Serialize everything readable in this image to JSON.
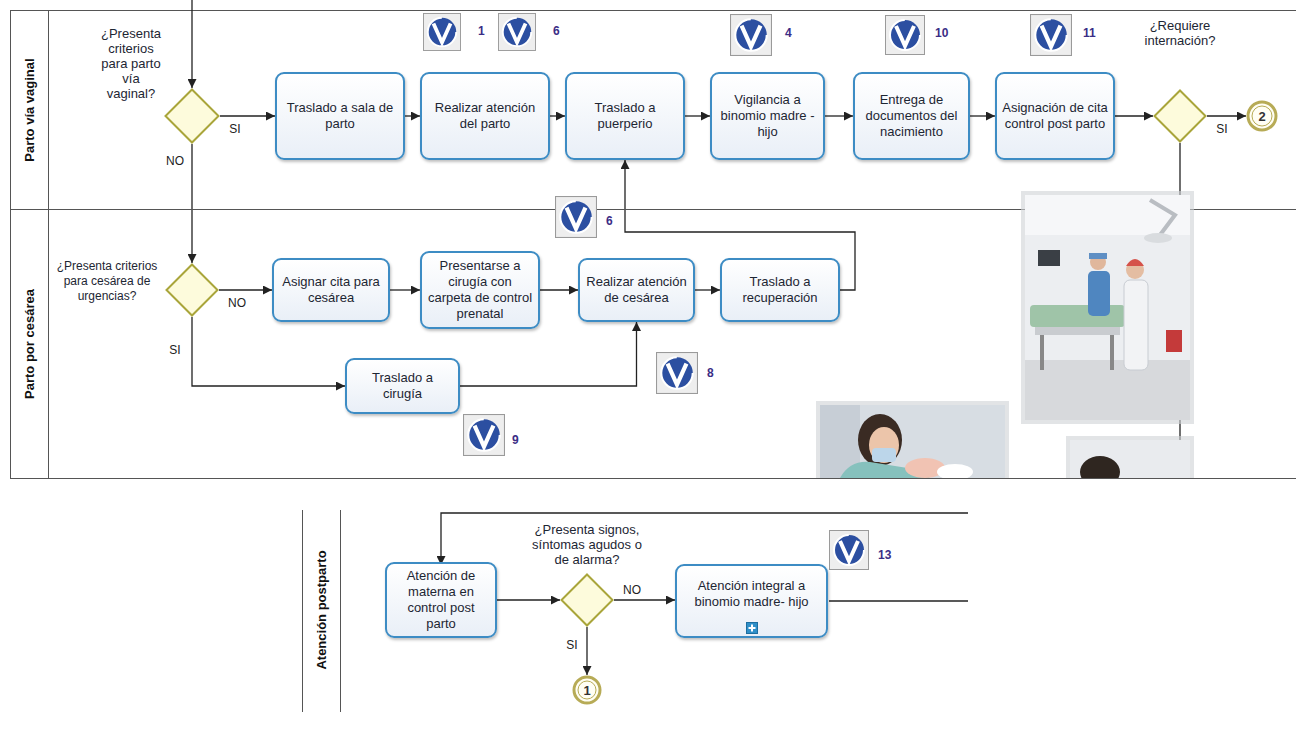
{
  "diagram": {
    "nodes": [
      {
        "text": [
          "Parto vía vaginal"
        ]
      },
      {
        "text": [
          "¿Presenta criterios para parto vía vaginal?"
        ],
        "in": 0
      },
      {
        "text": [
          "Traslado a sala de parto"
        ],
        "in": 0
      },
      {
        "text": [
          "Realizar atención del parto"
        ],
        "in": 0
      },
      {
        "text": [
          "Traslado a puerperio"
        ],
        "in": 0
      },
      {
        "text": [
          "Vigilancia a binomio madre -hijo"
        ],
        "in": 0
      },
      {
        "text": [
          "Entrega de documentos del nacimiento"
        ],
        "in": 0
      },
      {
        "text": [
          "Asignación de cita control post parto"
        ],
        "in": 0
      },
      {
        "text": [
          "¿Requiere internación?"
        ],
        "in": 0
      },
      {
        "text": [
          "2"
        ],
        "in": 0
      },
      {
        "text": [
          "Parto por cesárea"
        ]
      },
      {
        "text": [
          "¿Presenta criterios para cesárea de urgencias?"
        ],
        "in": 10
      },
      {
        "text": [
          "Asignar cita para cesárea"
        ],
        "in": 10
      },
      {
        "text": [
          "Presentarse a cirugía con carpeta de control prenatal"
        ],
        "in": 10
      },
      {
        "text": [
          "Realizar atención de cesárea"
        ],
        "in": 10
      },
      {
        "text": [
          "Traslado a recuperación"
        ],
        "in": 10
      },
      {
        "text": [
          "Traslado a cirugía"
        ],
        "in": 10
      },
      {
        "text": [
          "Atención postparto"
        ]
      },
      {
        "text": [
          "Atención de materna en control post parto"
        ],
        "in": 17
      },
      {
        "text": [
          "¿Presenta signos, síntomas agudos o de alarma?"
        ],
        "in": 17
      },
      {
        "text": [
          "Atención integral a binomio madre- hijo"
        ],
        "in": 17
      },
      {
        "text": [
          "1"
        ],
        "in": 17
      }
    ],
    "edges": [
      {
        "from": 1,
        "to": 2,
        "arrow": "to",
        "label": "SI"
      },
      {
        "from": 1,
        "to": 11,
        "arrow": "to",
        "label": "NO"
      },
      {
        "from": 2,
        "to": 3,
        "arrow": "to"
      },
      {
        "from": 3,
        "to": 4,
        "arrow": "to"
      },
      {
        "from": 4,
        "to": 5,
        "arrow": "to"
      },
      {
        "from": 5,
        "to": 6,
        "arrow": "to"
      },
      {
        "from": 6,
        "to": 7,
        "arrow": "to"
      },
      {
        "from": 7,
        "to": 8,
        "arrow": "to"
      },
      {
        "from": 8,
        "to": 9,
        "arrow": "to",
        "label": "SI"
      },
      {
        "from": 11,
        "to": 12,
        "arrow": "to",
        "label": "NO"
      },
      {
        "from": 11,
        "to": 16,
        "arrow": "to",
        "label": "SI"
      },
      {
        "from": 12,
        "to": 13,
        "arrow": "to"
      },
      {
        "from": 13,
        "to": 14,
        "arrow": "to"
      },
      {
        "from": 16,
        "to": 14,
        "arrow": "to"
      },
      {
        "from": 14,
        "to": 15,
        "arrow": "to"
      },
      {
        "from": 15,
        "to": 4,
        "arrow": "to"
      },
      {
        "from": 18,
        "to": 19,
        "arrow": "to"
      },
      {
        "from": 19,
        "to": 20,
        "arrow": "to",
        "label": "NO"
      },
      {
        "from": 19,
        "to": 21,
        "arrow": "to",
        "label": "SI"
      }
    ],
    "labels": [
      "1",
      "6",
      "4",
      "10",
      "11",
      "6",
      "8",
      "9",
      "13"
    ]
  }
}
